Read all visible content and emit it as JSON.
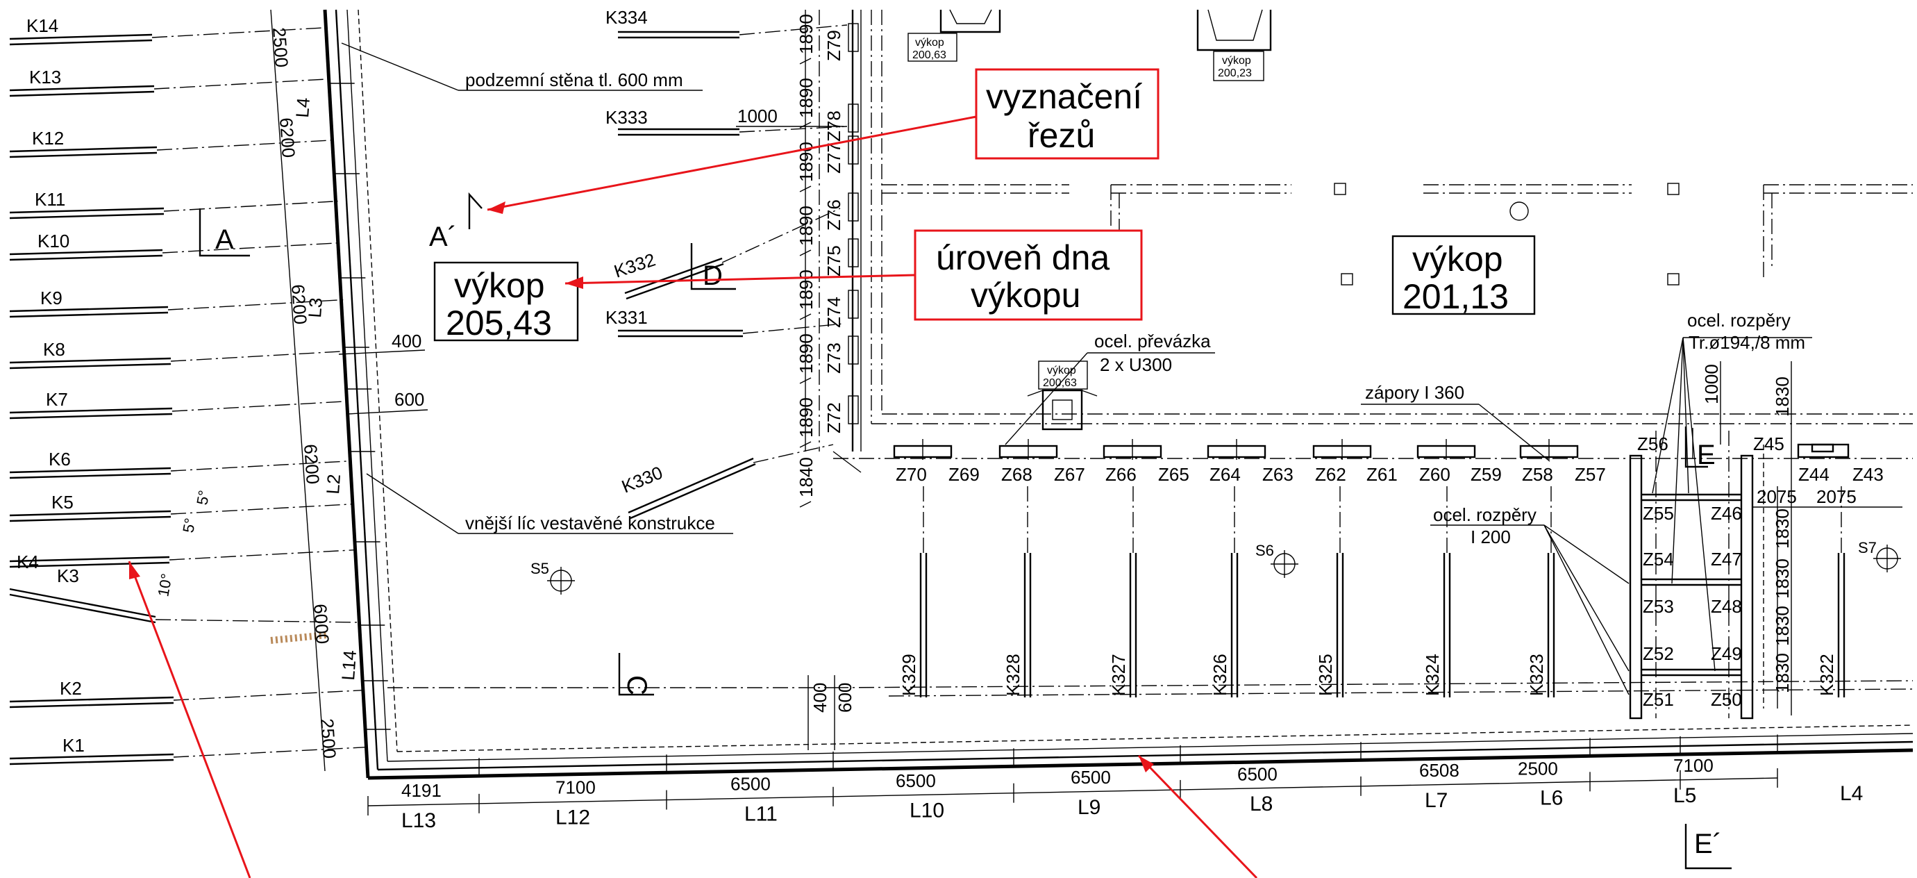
{
  "anchors": [
    "K14",
    "K13",
    "K12",
    "K11",
    "K10",
    "K9",
    "K8",
    "K7",
    "K6",
    "K5",
    "K4",
    "K3",
    "K2",
    "K1"
  ],
  "top_anchors": [
    {
      "label": "K334",
      "extra": ""
    },
    {
      "label": "K333",
      "extra": "1000"
    },
    {
      "label": "K332",
      "extra": ""
    },
    {
      "label": "K331",
      "extra": ""
    },
    {
      "label": "K330",
      "extra": ""
    }
  ],
  "bottom_anchors": [
    "K329",
    "K328",
    "K327",
    "K326",
    "K325",
    "K324",
    "K323",
    "K322"
  ],
  "piles_top": [
    "Z70",
    "Z69",
    "Z68",
    "Z67",
    "Z66",
    "Z65",
    "Z64",
    "Z63",
    "Z62",
    "Z61",
    "Z60",
    "Z59",
    "Z58",
    "Z57"
  ],
  "piles_right": [
    "Z56",
    "Z45",
    "Z44",
    "Z43",
    "Z55",
    "Z46",
    "Z54",
    "Z47",
    "Z53",
    "Z48",
    "Z52",
    "Z49",
    "Z51",
    "Z50"
  ],
  "piles_column": [
    "Z79",
    "Z78",
    "Z77",
    "Z76",
    "Z75",
    "Z74",
    "Z73",
    "Z72"
  ],
  "column_dims": [
    "1890",
    "1890",
    "1890",
    "1890",
    "1890",
    "1890",
    "1890",
    "1840"
  ],
  "right_col_dims": [
    "1830",
    "1830",
    "1830",
    "1830",
    "1830"
  ],
  "right_top_dims": [
    "2075",
    "2075",
    "1000",
    "1830"
  ],
  "left_dims": [
    "2500",
    "6200",
    "6200",
    "6200",
    "6000",
    "2500"
  ],
  "wall_segments_left": [
    "L4",
    "L3",
    "L2",
    "L14"
  ],
  "bottom_dims": [
    "4191",
    "7100",
    "6500",
    "6500",
    "6500",
    "6500",
    "6508",
    "2500",
    "7100"
  ],
  "bottom_segments": [
    "L13",
    "L12",
    "L11",
    "L10",
    "L9",
    "L8",
    "L7",
    "L6",
    "L5",
    "L4"
  ],
  "misc_dims": [
    "400",
    "600",
    "400",
    "600"
  ],
  "angles": [
    "5°",
    "5°",
    "10°"
  ],
  "survey_points": [
    "S5",
    "S6",
    "S7"
  ],
  "sections": [
    "A´",
    "A",
    "D",
    "C",
    "E",
    "E´"
  ],
  "notes": {
    "wall": "podzemní stěna tl. 600 mm",
    "outer_face": "vnější líc vestavěné konstrukce",
    "waler": "ocel. převázka",
    "waler_spec": "2 x U300",
    "soldier_piles": "zápory I 360",
    "struts_upper": "ocel. rozpěry",
    "struts_upper_spec": "Tr.ø194,/8 mm",
    "struts_lower": "ocel. rozpěry",
    "struts_lower_spec": "I 200"
  },
  "small_labels": {
    "vykop1_title": "výkop",
    "vykop1_value": "200,63",
    "vykop2_title": "výkop",
    "vykop2_value": "200,23",
    "vykop3_title": "výkop",
    "vykop3_value": "200,63"
  },
  "callouts": {
    "section_marking_line1": "vyznačení",
    "section_marking_line2": "řezů",
    "excavation_level_line1": "úroveň dna",
    "excavation_level_line2": "výkopu",
    "excavation_left_title": "výkop",
    "excavation_left_value": "205,43",
    "excavation_right_title": "výkop",
    "excavation_right_value": "201,13"
  },
  "colors": {
    "ink": "#000000",
    "callout_red": "#e8141a",
    "anchor_hatch": "#b98a5a"
  }
}
